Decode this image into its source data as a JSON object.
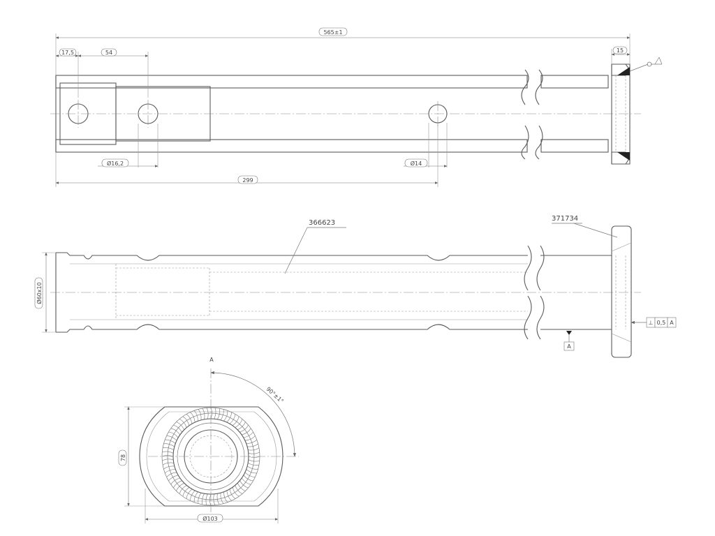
{
  "dimensions": {
    "overall_length": "565±1",
    "offset_1": "17,5",
    "offset_2": "54",
    "offset_end": "15",
    "hole_dia_1": "Ø16,2",
    "hole_dia_2": "Ø14",
    "hole_position": "299",
    "tube_size": "Ø60x10",
    "height": "78",
    "diameter": "Ø103",
    "angle": "90°±1°"
  },
  "part_numbers": {
    "tube": "366623",
    "flange": "371734"
  },
  "tolerance": {
    "symbol": "⊥",
    "value": "0,5",
    "datum": "A"
  },
  "datum": {
    "label": "A",
    "view_label": "A"
  }
}
